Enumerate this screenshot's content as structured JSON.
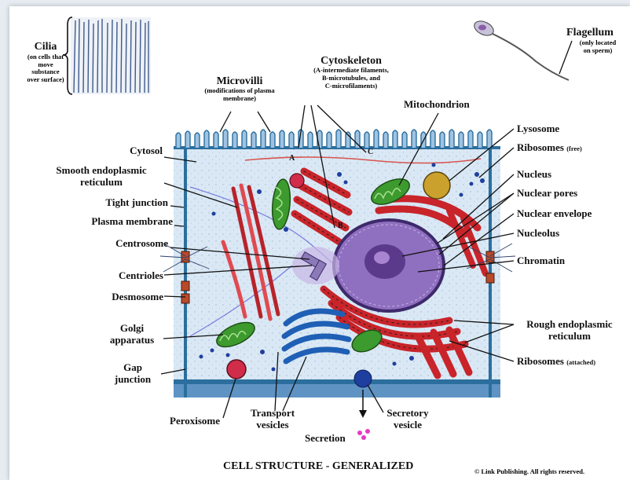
{
  "labels": {
    "cilia": "Cilia",
    "cilia_note": "(on cells that move substance over surface)",
    "flagellum": "Flagellum",
    "flagellum_note": "(only located on sperm)",
    "cytoskeleton": "Cytoskeleton",
    "cytoskeleton_note1": "(A-intermediate filaments,",
    "cytoskeleton_note2": "B-microtubules, and",
    "cytoskeleton_note3": "C-microfilaments)",
    "microvilli": "Microvilli",
    "microvilli_note": "(modifications of plasma membrane)",
    "mitochondrion": "Mitochondrion",
    "cytosol": "Cytosol",
    "smooth_er": "Smooth endoplasmic reticulum",
    "tight_junction": "Tight junction",
    "plasma_membrane": "Plasma membrane",
    "centrosome": "Centrosome",
    "centrioles": "Centrioles",
    "desmosome": "Desmosome",
    "golgi": "Golgi apparatus",
    "gap_junction": "Gap junction",
    "peroxisome": "Peroxisome",
    "transport_vesicles": "Transport vesicles",
    "secretion": "Secretion",
    "secretory_vesicle": "Secretory vesicle",
    "lysosome": "Lysosome",
    "ribosomes_free": "Ribosomes",
    "ribosomes_free_note": "(free)",
    "nucleus": "Nucleus",
    "nuclear_pores": "Nuclear pores",
    "nuclear_envelope": "Nuclear envelope",
    "nucleolus": "Nucleolus",
    "chromatin": "Chromatin",
    "rough_er": "Rough endoplasmic reticulum",
    "ribosomes_attached": "Ribosomes",
    "ribosomes_attached_note": "(attached)",
    "letter_a": "A",
    "letter_b": "B",
    "letter_c": "C",
    "title": "CELL STRUCTURE - GENERALIZED",
    "copyright": "© Link Publishing. All rights reserved."
  },
  "colors": {
    "cytoplasm": "#d9e8f4",
    "membrane": "#2c6f9e",
    "rough_er": "#c8242a",
    "golgi": "#1f5fb5",
    "mitochondria": "#3d9a2e",
    "nucleus": "#8f6fbf",
    "nucleolus": "#5b3a8c",
    "lysosome": "#c9a12c",
    "peroxisome": "#d12c4a",
    "ribosome": "#1e3fa0",
    "secretion": "#e23cc4"
  }
}
